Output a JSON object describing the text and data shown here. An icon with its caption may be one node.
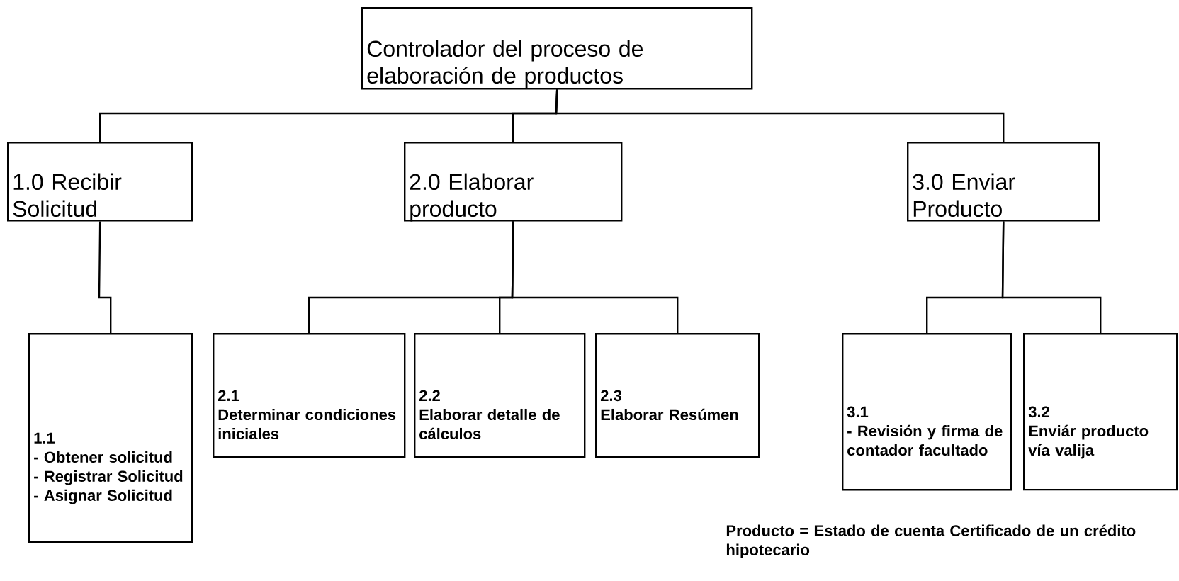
{
  "diagram": {
    "nodes": [
      {
        "text": [
          "Controlador del proceso de elaboración de productos"
        ]
      },
      {
        "text": [
          "1.0 Recibir Solicitud"
        ]
      },
      {
        "text": [
          "2.0 Elaborar producto"
        ]
      },
      {
        "text": [
          "3.0 Enviar Producto"
        ]
      },
      {
        "text": [
          "1.1",
          "- Obtener solicitud",
          "- Registrar Solicitud",
          "- Asignar Solicitud"
        ]
      },
      {
        "text": [
          "2.1",
          "Determinar condiciones iniciales"
        ]
      },
      {
        "text": [
          "2.2",
          "Elaborar detalle de cálculos"
        ]
      },
      {
        "text": [
          "2.3",
          "Elaborar Resúmen"
        ]
      },
      {
        "text": [
          "3.1",
          "- Revisión y firma de contador facultado"
        ]
      },
      {
        "text": [
          "3.2",
          "Enviár producto vía valija"
        ]
      }
    ],
    "edges": [
      {
        "from": 0,
        "to": 1,
        "arrow": "none"
      },
      {
        "from": 0,
        "to": 2,
        "arrow": "none"
      },
      {
        "from": 0,
        "to": 3,
        "arrow": "none"
      },
      {
        "from": 1,
        "to": 4,
        "arrow": "none"
      },
      {
        "from": 2,
        "to": 5,
        "arrow": "none"
      },
      {
        "from": 2,
        "to": 6,
        "arrow": "none"
      },
      {
        "from": 2,
        "to": 7,
        "arrow": "none"
      },
      {
        "from": 3,
        "to": 8,
        "arrow": "none"
      },
      {
        "from": 3,
        "to": 9,
        "arrow": "none"
      }
    ],
    "labels": [
      "Producto = Estado de cuenta Certificado de un crédito hipotecario"
    ]
  }
}
